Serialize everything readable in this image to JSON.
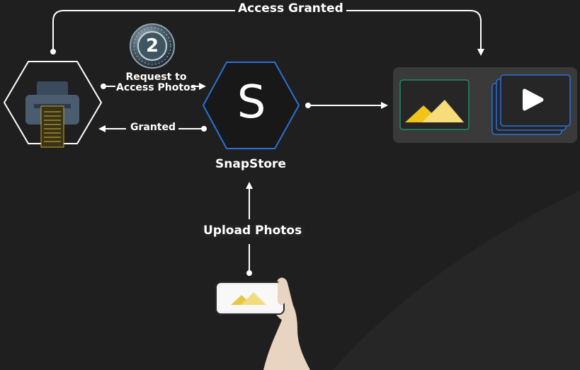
{
  "labels": {
    "access_granted": "Access Granted",
    "request_line1": "Request to",
    "request_line2": "Access Photos",
    "granted": "Granted",
    "snapstore": "SnapStore",
    "upload_photos": "Upload Photos",
    "snapstore_logo_letter": "S",
    "oauth_number": "2"
  },
  "icons": {
    "printer": "printer-icon",
    "oauth": "oauth2-badge-icon",
    "snapstore": "snapstore-logo-icon",
    "photo": "photo-icon",
    "video": "video-stack-icon",
    "phone": "phone-in-hand-icon"
  },
  "colors": {
    "background": "#1f1f1f",
    "arrow": "#ffffff",
    "snapstore_border": "#2f6fd6",
    "photo_frame": "#1f8a6a",
    "video_frame": "#2f6fd6",
    "mountain": "#f0c419",
    "panel": "#3a3a3a"
  }
}
